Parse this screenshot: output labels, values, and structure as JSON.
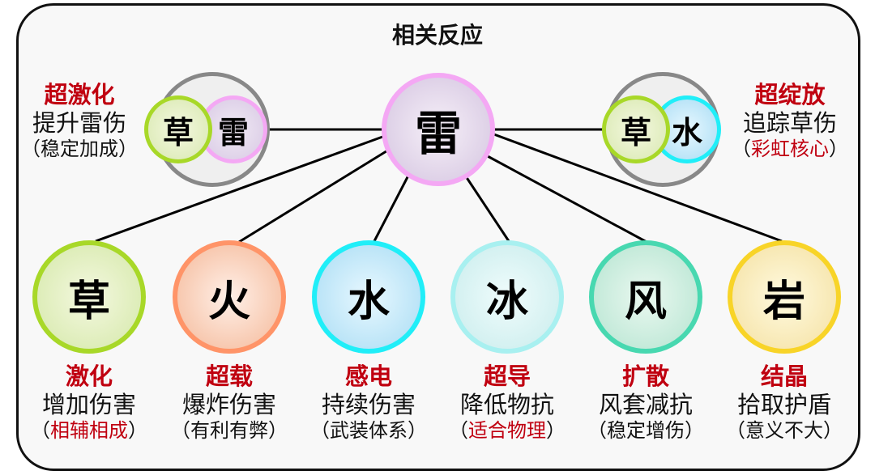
{
  "title": "相关反应",
  "center": {
    "element": "雷",
    "color": "#f4a8f4"
  },
  "left_pair": {
    "elements": [
      "草",
      "雷"
    ],
    "reaction": "超激化",
    "effect": "提升雷伤",
    "note_open": "（",
    "note": "稳定加成",
    "note_close": "）",
    "note_red": false
  },
  "right_pair": {
    "elements": [
      "草",
      "水"
    ],
    "reaction": "超绽放",
    "effect": "追踪草伤",
    "note_open": "（",
    "note": "彩虹核心",
    "note_close": "）",
    "note_red": true
  },
  "nodes": [
    {
      "element": "草",
      "reaction": "激化",
      "effect": "增加伤害",
      "note": "相辅相成",
      "note_red": true,
      "color": "#a8d828"
    },
    {
      "element": "火",
      "reaction": "超载",
      "effect": "爆炸伤害",
      "note": "有利有弊",
      "note_red": false,
      "color": "#ff9468"
    },
    {
      "element": "水",
      "reaction": "感电",
      "effect": "持续伤害",
      "note": "武装体系",
      "note_red": false,
      "color": "#20eef8"
    },
    {
      "element": "冰",
      "reaction": "超导",
      "effect": "降低物抗",
      "note": "适合物理",
      "note_red": true,
      "color": "#a8f0f0"
    },
    {
      "element": "风",
      "reaction": "扩散",
      "effect": "风套减抗",
      "note": "稳定增伤",
      "note_red": false,
      "color": "#48d8b0"
    },
    {
      "element": "岩",
      "reaction": "结晶",
      "effect": "拾取护盾",
      "note": "意义不大",
      "note_red": false,
      "color": "#f8d428"
    }
  ],
  "paren_open": "（",
  "paren_close": "）"
}
